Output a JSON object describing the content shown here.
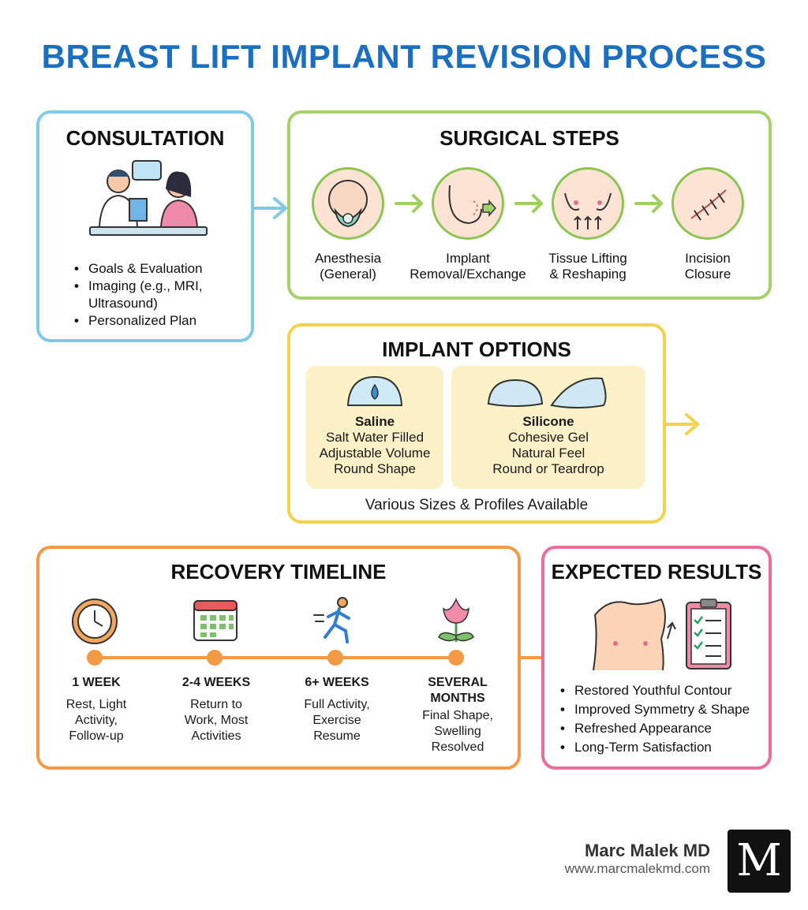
{
  "title": "BREAST LIFT IMPLANT REVISION PROCESS",
  "consultation": {
    "title": "CONSULTATION",
    "bullets": [
      "Goals & Evaluation",
      "Imaging (e.g., MRI, Ultrasound)",
      "Personalized Plan"
    ]
  },
  "surgical": {
    "title": "SURGICAL STEPS",
    "steps": [
      {
        "line1": "Anesthesia",
        "line2": "(General)",
        "icon": "anesthesia-mask-icon"
      },
      {
        "line1": "Implant",
        "line2": "Removal/Exchange",
        "icon": "implant-removal-icon"
      },
      {
        "line1": "Tissue Lifting",
        "line2": "& Reshaping",
        "icon": "tissue-lifting-icon"
      },
      {
        "line1": "Incision",
        "line2": "Closure",
        "icon": "incision-suture-icon"
      }
    ]
  },
  "options": {
    "title": "IMPLANT OPTIONS",
    "saline": {
      "name": "Saline",
      "lines": [
        "Salt Water Filled",
        "Adjustable Volume",
        "Round Shape"
      ]
    },
    "silicone": {
      "name": "Silicone",
      "lines": [
        "Cohesive Gel",
        "Natural Feel",
        "Round or Teardrop"
      ]
    },
    "footer": "Various Sizes & Profiles Available"
  },
  "recovery": {
    "title": "RECOVERY TIMELINE",
    "phases": [
      {
        "week": "1 WEEK",
        "desc": [
          "Rest, Light",
          "Activity,",
          "Follow-up"
        ],
        "icon": "clock-icon"
      },
      {
        "week": "2-4 WEEKS",
        "desc": [
          "Return to",
          "Work, Most",
          "Activities"
        ],
        "icon": "calendar-icon"
      },
      {
        "week": "6+ WEEKS",
        "desc": [
          "Full Activity,",
          "Exercise",
          "Resume"
        ],
        "icon": "runner-icon"
      },
      {
        "week": "SEVERAL MONTHS",
        "week_lines": [
          "SEVERAL",
          "MONTHS"
        ],
        "desc": [
          "Final Shape,",
          "Swelling",
          "Resolved"
        ],
        "icon": "flower-icon"
      }
    ]
  },
  "results": {
    "title": "EXPECTED RESULTS",
    "bullets": [
      "Restored Youthful Contour",
      "Improved Symmetry & Shape",
      "Refreshed Appearance",
      "Long-Term Satisfaction"
    ]
  },
  "brand": {
    "name": "Marc Malek MD",
    "url": "www.marcmalekmd.com",
    "logo_letter": "M"
  },
  "colors": {
    "title": "#1a6fc0",
    "consultation": "#7fcbe3",
    "surgical": "#a6d26a",
    "options": "#f4d34a",
    "recovery": "#f39a45",
    "results": "#e86e9c"
  }
}
